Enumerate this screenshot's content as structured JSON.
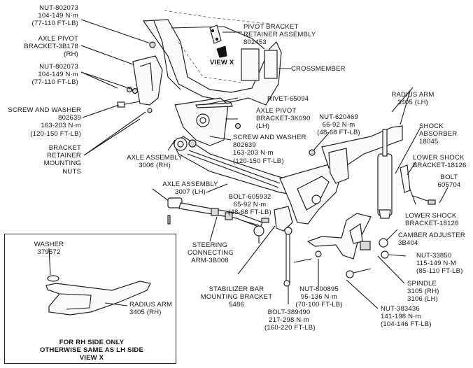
{
  "diagram": {
    "title": "Front Suspension Exploded View (Twin I-Beam / Radius Arm)",
    "labels": {
      "nut_802073_top": "NUT-802073\n104-149 N·m\n(77-110 FT-LB)",
      "axle_pivot_bracket_rh": "AXLE PIVOT\nBRACKET-3B178\n(RH)",
      "nut_802073_mid": "NUT-802073\n104-149 N·m\n(77-110 FT-LB)",
      "screw_washer_left": "SCREW AND WASHER\n802639\n163-203 N·m\n(120-150 FT-LB)",
      "bracket_retainer_nuts": "BRACKET\nRETAINER\nMOUNTING\nNUTS",
      "pivot_bracket_retainer": "PIVOT BRACKET\nRETAINER ASSEMBLY\n802453",
      "view_x": "VIEW X",
      "crossmember": "CROSSMEMBER",
      "rivet": "RIVET-65094",
      "axle_pivot_bracket_lh": "AXLE PIVOT\nBRACKET-3K090\n(LH)",
      "screw_washer_center": "SCREW AND WASHER\n802639\n163-203 N·m\n(120-150 FT-LB)",
      "axle_assembly_rh": "AXLE ASSEMBLY\n3006 (RH)",
      "nut_620469": "NUT-620469\n66-92 N·m\n(48-68 FT-LB)",
      "radius_arm_lh": "RADIUS ARM\n3405 (LH)",
      "shock_absorber": "SHOCK\nABSORBER\n18045",
      "lower_shock_bracket_top": "LOWER SHOCK\nBRACKET-18126",
      "bolt_605704": "BOLT\n605704",
      "lower_shock_bracket_bottom": "LOWER SHOCK\nBRACKET-18126",
      "axle_assembly_lh": "AXLE ASSEMBLY\n3007 (LH)",
      "bolt_605932": "BOLT-605932\n65-92 N·m\n(48-68 FT-LB)",
      "steering_connecting_arm": "STEERING\nCONNECTING\nARM-3B008",
      "camber_adjuster": "CAMBER ADJUSTER\n3B404",
      "nut_33850": "NUT-33850\n115-149 N·M\n(85-110 FT-LB)",
      "stabilizer_bar_bracket": "STABILIZER BAR\nMOUNTING BRACKET\n5486",
      "nut_800895": "NUT-800895\n95-136 N·m\n(70-100 FT-LB)",
      "spindle": "SPINDLE\n3105 (RH)\n3106 (LH)",
      "bolt_389490": "BOLT-389490\n217-298 N·m\n(160-220 FT-LB)",
      "nut_383436": "NUT-383436\n141-198 N·m\n(104-146 FT-LB)"
    },
    "inset": {
      "washer": "WASHER\n379572",
      "radius_arm_rh": "RADIUS ARM\n3405 (RH)",
      "caption": "FOR RH SIDE ONLY\nOTHERWISE SAME AS LH SIDE\nVIEW X"
    }
  }
}
